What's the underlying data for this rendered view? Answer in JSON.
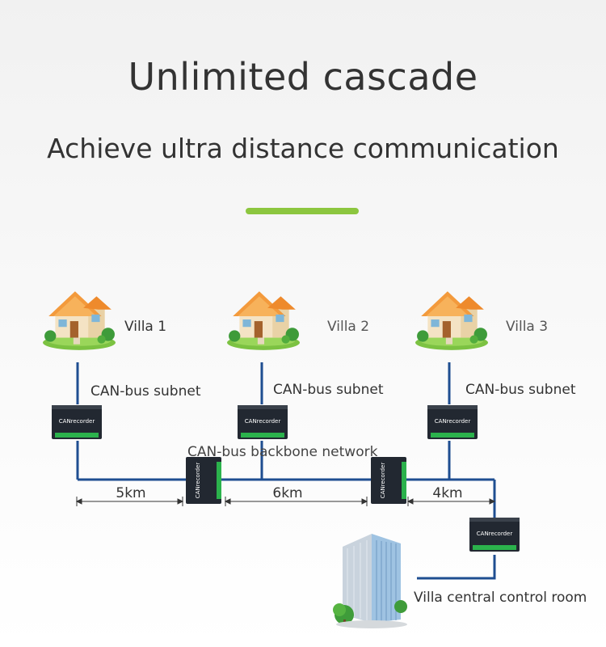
{
  "header": {
    "title": "Unlimited cascade",
    "subtitle": "Achieve ultra distance communication"
  },
  "colors": {
    "accent": "#8cc63f",
    "bus_line": "#1f4e91",
    "text": "#333333",
    "device_body": "#222831",
    "terminal": "#2bb24c"
  },
  "villas": [
    {
      "label": "Villa 1",
      "subnet_label": "CAN-bus subnet"
    },
    {
      "label": "Villa 2",
      "subnet_label": "CAN-bus subnet"
    },
    {
      "label": "Villa 3",
      "subnet_label": "CAN-bus subnet"
    }
  ],
  "device": {
    "brand": "CANrecorder"
  },
  "backbone": {
    "label": "CAN-bus backbone network"
  },
  "distances": [
    "5km",
    "6km",
    "4km"
  ],
  "control_room": {
    "label": "Villa central control room"
  }
}
